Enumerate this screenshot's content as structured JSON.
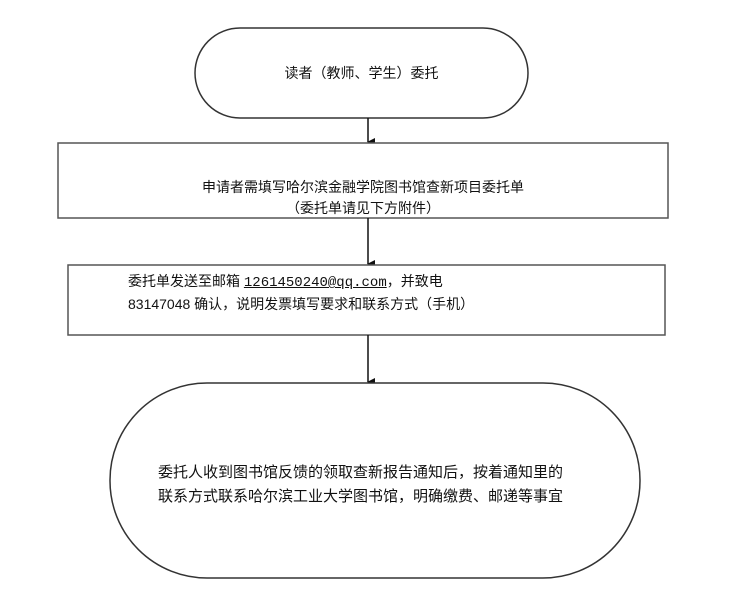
{
  "steps": [
    {
      "text": "读者（教师、学生）委托"
    },
    {
      "line1": "申请者需填写哈尔滨金融学院图书馆查新项目委托单",
      "line2": "（委托单请见下方附件）"
    },
    {
      "line1_prefix": "委托单发送至邮箱 ",
      "email": "1261450240@qq.com",
      "line1_suffix": "，并致电",
      "line2": "83147048 确认，说明发票填写要求和联系方式（手机）"
    },
    {
      "line1": "委托人收到图书馆反馈的领取查新报告通知后，按着通知里的",
      "line2": "联系方式联系哈尔滨工业大学图书馆，明确缴费、邮递等事宜"
    }
  ]
}
